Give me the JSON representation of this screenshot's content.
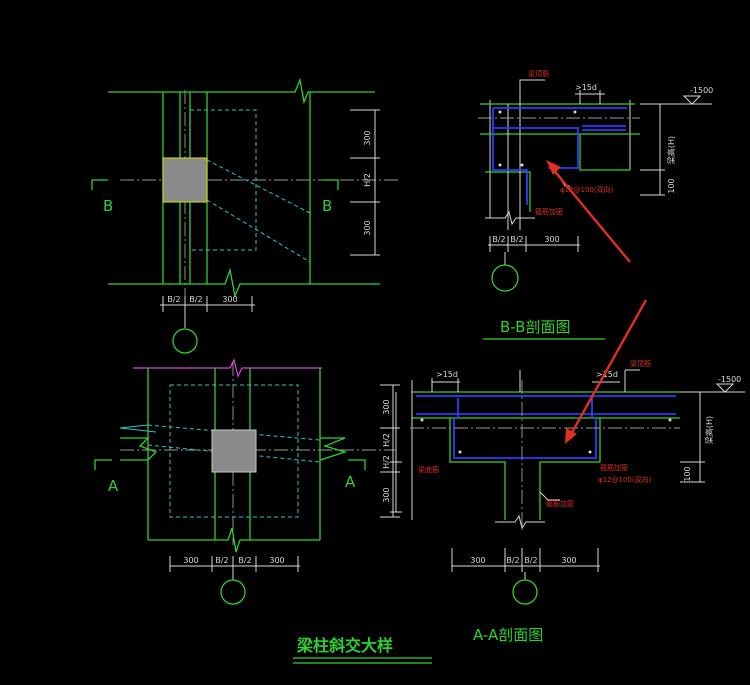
{
  "title": "梁柱斜交大样",
  "sections": {
    "bb": {
      "title": "B-B剖面图"
    },
    "aa": {
      "title": "A-A剖面图"
    }
  },
  "markers": {
    "a": "A",
    "b": "B"
  },
  "dims": {
    "d300": "300",
    "b2": "B/2",
    "h2": "H/2",
    "d100": "100",
    "d15": ">15d",
    "elev": "-1500"
  },
  "notes": {
    "rebar": "φ12@100(双向)",
    "stirrup": "箍筋加密",
    "top_bar": "梁顶筋",
    "bottom_bar": "梁底筋",
    "beam_h": "梁高(H)"
  },
  "colors": {
    "line": "#2fd12f",
    "rebar": "#2b3cff",
    "hatch_dash": "#28c8c8",
    "column_fill": "#8a8a8a",
    "arrow": "#e03020",
    "break_line": "#e040e0"
  }
}
